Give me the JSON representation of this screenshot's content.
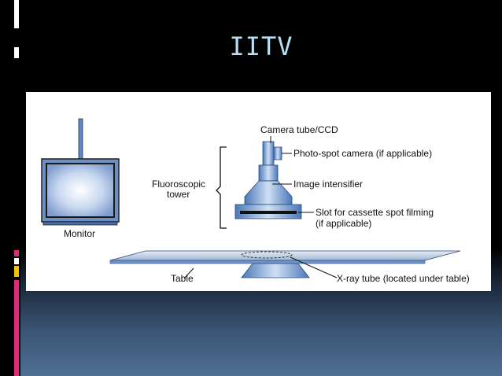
{
  "slide": {
    "title": "IITV"
  },
  "diagram": {
    "labels": {
      "monitor": "Monitor",
      "fluoro_line1": "Fluoroscopic",
      "fluoro_line2": "tower",
      "camera": "Camera tube/CCD",
      "photospot": "Photo-spot camera (if applicable)",
      "intensifier": "Image intensifier",
      "slot_line1": "Slot for cassette spot filming",
      "slot_line2": "(if applicable)",
      "table": "Table",
      "xray": "X-ray tube (located under table)"
    }
  },
  "colors": {
    "title": "#b8dff3",
    "tower_blue": "#5b88c8",
    "tower_light": "#d7e6f6",
    "accent_pink": "#e0297a",
    "accent_yellow": "#f2c200"
  }
}
